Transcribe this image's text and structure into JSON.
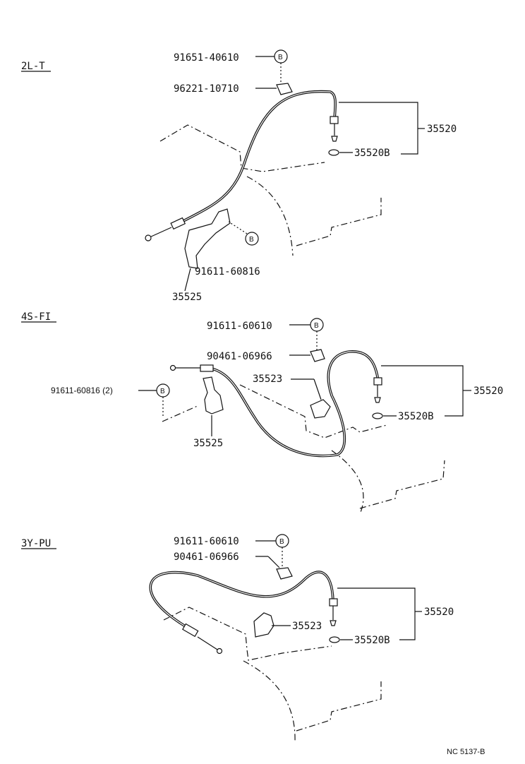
{
  "sections": [
    {
      "engine": "2L-T",
      "parts": {
        "bolt_b": "91651-40610",
        "clamp": "96221-10710",
        "cable_assy": "35520",
        "cable_clip": "35520B",
        "bolt_b2": "91611-60816",
        "bracket": "35525"
      },
      "bolt_letter": "B"
    },
    {
      "engine": "4S-FI",
      "parts": {
        "bolt_b": "91611-60610",
        "clamp": "90461-06966",
        "bolt_b2": "91611-60816 (2)",
        "bracket_small": "35523",
        "cable_assy": "35520",
        "cable_clip": "35520B",
        "bracket": "35525"
      },
      "bolt_letter": "B"
    },
    {
      "engine": "3Y-PU",
      "parts": {
        "bolt_b": "91611-60610",
        "clamp": "90461-06966",
        "cable_assy": "35520",
        "bracket_small": "35523",
        "cable_clip": "35520B"
      },
      "bolt_letter": "B"
    }
  ],
  "figure_code": "NC 5137-B"
}
